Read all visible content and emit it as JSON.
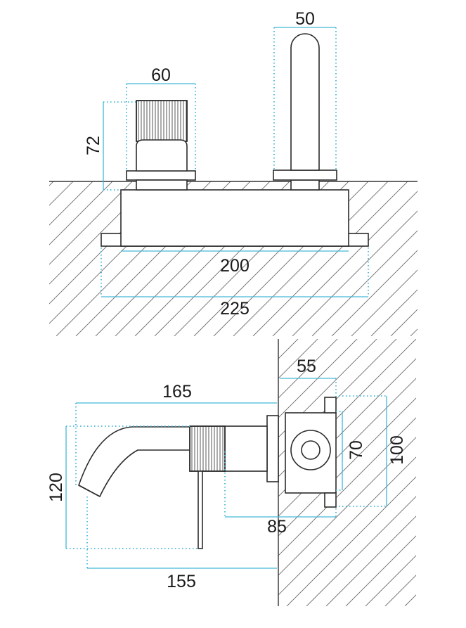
{
  "dimensions": {
    "top_spout_width": "50",
    "top_handle_width": "60",
    "top_handle_height": "72",
    "top_body_width": "200",
    "top_plate_width": "225",
    "side_spout_reach": "165",
    "side_wall_depth": "55",
    "side_body_height": "70",
    "side_plate_height": "100",
    "side_total_height": "120",
    "side_body_depth": "85",
    "side_lever_reach": "155"
  },
  "colors": {
    "dimension_line": "#43b6d8",
    "outline": "#2b2b2b",
    "hatch": "#6a6a6a"
  }
}
